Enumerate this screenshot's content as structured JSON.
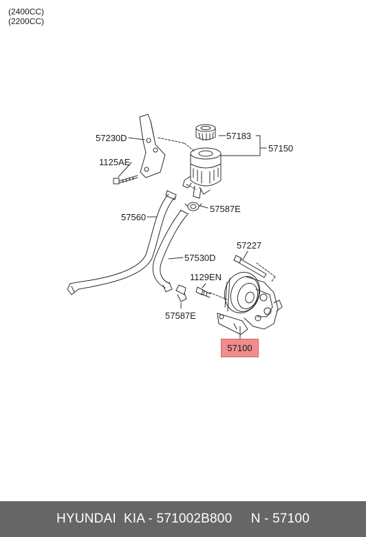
{
  "engine_notes": [
    "(2400CC)",
    "(2200CC)"
  ],
  "callouts": {
    "p57230D": "57230D",
    "p1125AE": "1125AE",
    "p57183": "57183",
    "p57150": "57150",
    "p57587E_upper": "57587E",
    "p57560": "57560",
    "p57227": "57227",
    "p57530D": "57530D",
    "p1129EN": "1129EN",
    "p57587E_lower": "57587E"
  },
  "highlighted_part": {
    "label": "57100",
    "color": "#f08c8c"
  },
  "footer": {
    "text": "HYUNDAI  KIA - 571002B800     N - 57100",
    "background": "#666666"
  }
}
